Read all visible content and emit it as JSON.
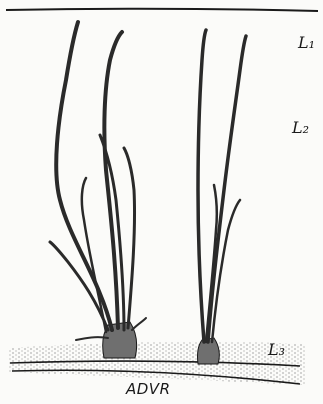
{
  "figure": {
    "labels": {
      "l1": "L₁",
      "l2": "L₂",
      "l3": "L₃",
      "advr": "ADVR"
    },
    "colors": {
      "ink": "#1a1a1a",
      "stipple": "#6b6b6b",
      "background": "#fbfbf9"
    }
  }
}
